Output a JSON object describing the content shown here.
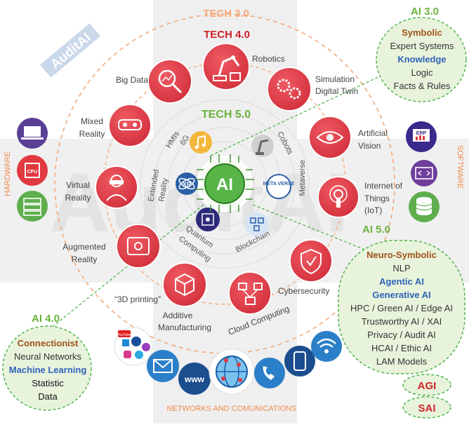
{
  "watermark": "AuditAI",
  "tech30": "TECH 3.0",
  "tech40": "TECH 4.0",
  "tech50": "TECH 5.0",
  "hardware": "HARDWARE",
  "software": "SOFTWARE",
  "networks": "NETWORKS AND COMUNICATIONS",
  "center": "AI",
  "metaverse_badge": "META VERSE",
  "xr_badge": "XR",
  "erp_badge": "ERP",
  "cpu_badge": "CPU",
  "www_badge": "www",
  "youtube_badge": "YouTube",
  "ai30": {
    "title": "AI 3.0",
    "lines": [
      "Symbolic",
      "Expert Systems",
      "Knowledge",
      "Logic",
      "Facts & Rules"
    ]
  },
  "ai40": {
    "title": "AI 4.0",
    "lines": [
      "Connectionist",
      "Neural Networks",
      "Machine Learning",
      "Statistic",
      "Data"
    ]
  },
  "ai50": {
    "title": "AI 5.0",
    "lines": [
      "Neuro-Symbolic",
      "NLP",
      "Agentic AI",
      "Generative AI",
      "HPC / Green AI / Edge AI",
      "Trustworthy AI / XAI",
      "Privacy / Audit AI",
      "HCAI / Ethic AI",
      "LAM Models"
    ]
  },
  "agi": "AGI",
  "sai": "SAI",
  "outer_labels": {
    "robotics": "Robotics",
    "simulation1": "Simulation",
    "simulation2": "Digital Twin",
    "vision1": "Artificial",
    "vision2": "Vision",
    "iot1": "Internet of",
    "iot2": "Things",
    "iot3": "(IoT)",
    "cyber": "Cybersecurity",
    "cloud": "Cloud Computing",
    "additive1": "Additive",
    "additive2": "Manufacturing",
    "printing": "“3D printing”",
    "ar1": "Augmented",
    "ar2": "Reality",
    "vr1": "Virtual",
    "vr2": "Reality",
    "mr1": "Mixed",
    "mr2": "Reality",
    "bigdata": "Big Data"
  },
  "inner_labels": {
    "hmis": "HMIs",
    "g6": "6G",
    "cobots": "Cobots",
    "extended1": "Extended",
    "extended2": "Reality",
    "metaverse": "Metaverse",
    "quantum1": "Quantum",
    "quantum2": "Computing",
    "blockchain": "Blockchain"
  },
  "colors": {
    "tech_red": "#e0404c",
    "dashed_orange": "#f4a97a",
    "ai_green": "#6cb33f",
    "box_fill": "#e8f3dc",
    "symbolic_brown": "#a0521a",
    "knowledge_blue": "#2f63b8",
    "agi_red": "#d4242b"
  }
}
